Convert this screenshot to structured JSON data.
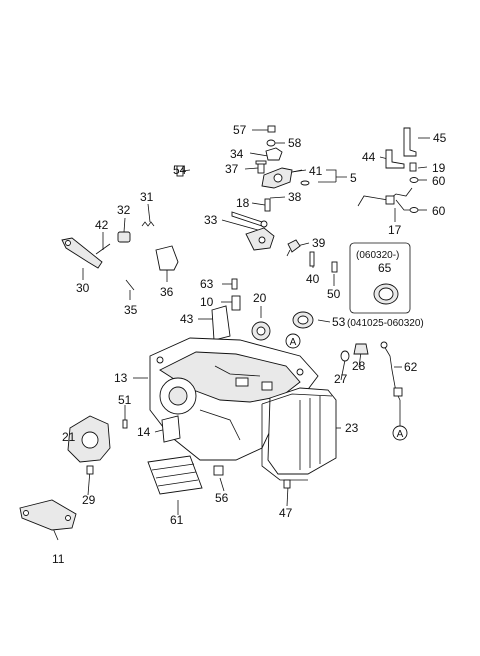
{
  "callouts": {
    "c5": "5",
    "c10": "10",
    "c11": "11",
    "c13": "13",
    "c14": "14",
    "c17": "17",
    "c18": "18",
    "c19": "19",
    "c20": "20",
    "c21": "21",
    "c23": "23",
    "c27": "27",
    "c28": "28",
    "c29": "29",
    "c30": "30",
    "c31": "31",
    "c32": "32",
    "c33": "33",
    "c34": "34",
    "c35": "35",
    "c36": "36",
    "c37": "37",
    "c38": "38",
    "c39": "39",
    "c40": "40",
    "c41": "41",
    "c42": "42",
    "c43": "43",
    "c44": "44",
    "c45": "45",
    "c47": "47",
    "c50": "50",
    "c51": "51",
    "c53": "53",
    "c54": "54",
    "c56": "56",
    "c57": "57",
    "c58": "58",
    "c60a": "60",
    "c60b": "60",
    "c61": "61",
    "c62": "62",
    "c63": "63",
    "c65": "65"
  },
  "date_ranges": {
    "inset_range": "(060320-)",
    "seal_range": "(041025-060320)"
  },
  "ref_markers": {
    "a_top": "A",
    "a_pipe": "A"
  }
}
